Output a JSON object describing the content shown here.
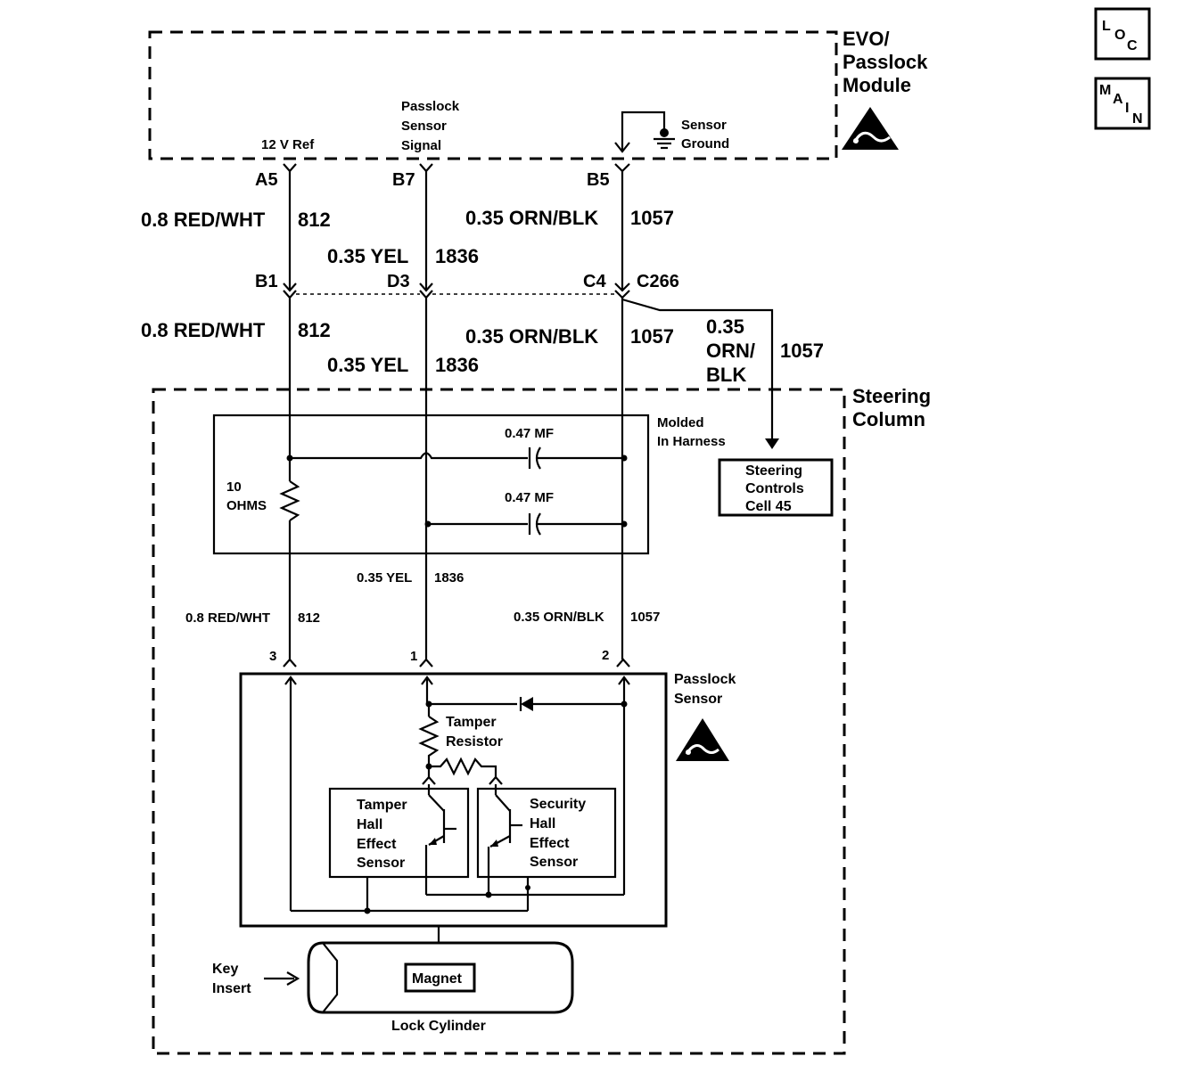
{
  "nav_icons": {
    "loc": {
      "l1": "L",
      "l2": "O",
      "l3": "C"
    },
    "main": {
      "l1": "M",
      "l2": "A",
      "l3": "I",
      "l4": "N"
    }
  },
  "module": {
    "title": [
      "EVO/",
      "Passlock",
      "Module"
    ],
    "ref_12v": "12 V Ref",
    "sensor_signal": [
      "Passlock",
      "Sensor",
      "Signal"
    ],
    "sensor_ground": [
      "Sensor",
      "Ground"
    ]
  },
  "pins": {
    "a5": "A5",
    "b7": "B7",
    "b5": "B5",
    "b1": "B1",
    "d3": "D3",
    "c4": "C4",
    "c266": "C266"
  },
  "wires_upper": {
    "red_size": "0.8 RED/WHT",
    "red_circ": "812",
    "yel_size": "0.35 YEL",
    "yel_circ": "1836",
    "orn_size": "0.35 ORN/BLK",
    "orn_circ": "1057"
  },
  "wires_mid": {
    "red_size": "0.8 RED/WHT",
    "red_circ": "812",
    "yel_size": "0.35 YEL",
    "yel_circ": "1836",
    "orn_size": "0.35 ORN/BLK",
    "orn_circ": "1057",
    "branch_size": [
      "0.35",
      "ORN/",
      "BLK"
    ],
    "branch_circ": "1057"
  },
  "steering_column": {
    "title": [
      "Steering",
      "Column"
    ]
  },
  "steering_controls": [
    "Steering",
    "Controls",
    "Cell 45"
  ],
  "harness": {
    "label": [
      "Molded",
      "In Harness"
    ],
    "cap1": "0.47 MF",
    "cap2": "0.47 MF",
    "resistor": [
      "10",
      "OHMS"
    ]
  },
  "wires_lower": {
    "yel_size": "0.35 YEL",
    "yel_circ": "1836",
    "red_size": "0.8 RED/WHT",
    "red_circ": "812",
    "orn_size": "0.35 ORN/BLK",
    "orn_circ": "1057"
  },
  "sensor_pins": {
    "p3": "3",
    "p1": "1",
    "p2": "2"
  },
  "passlock_sensor": {
    "title": [
      "Passlock",
      "Sensor"
    ],
    "tamper_resistor": [
      "Tamper",
      "Resistor"
    ],
    "tamper_hall": [
      "Tamper",
      "Hall",
      "Effect",
      "Sensor"
    ],
    "security_hall": [
      "Security",
      "Hall",
      "Effect",
      "Sensor"
    ]
  },
  "lock": {
    "key_insert": [
      "Key",
      "Insert"
    ],
    "magnet": "Magnet",
    "cylinder": "Lock Cylinder"
  },
  "icons": [
    "esd-warning-icon",
    "ground-symbol-icon",
    "capacitor-icon",
    "resistor-icon",
    "diode-icon",
    "transistor-icon"
  ]
}
